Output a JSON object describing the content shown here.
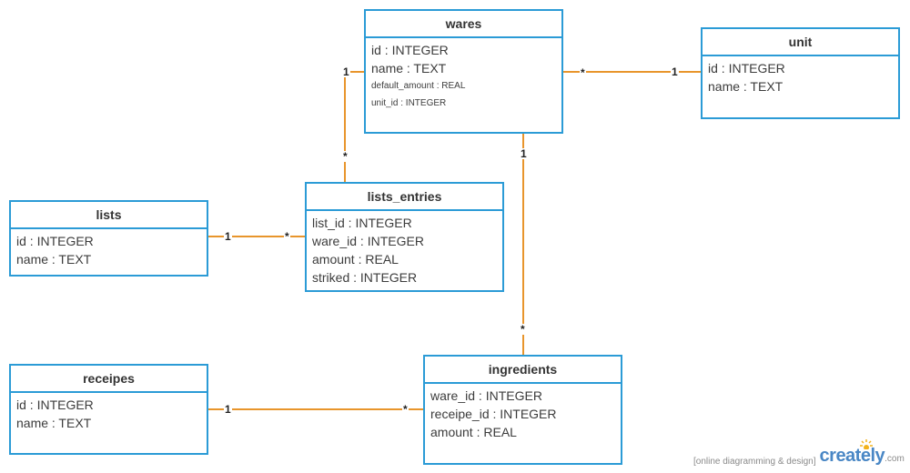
{
  "colors": {
    "entity_border": "#2b9bd6",
    "connector": "#e8952c",
    "brand": "#4a87c5"
  },
  "entities": {
    "wares": {
      "title": "wares",
      "attrs": [
        "id : INTEGER",
        "name : TEXT",
        "default_amount : REAL",
        "unit_id : INTEGER"
      ]
    },
    "unit": {
      "title": "unit",
      "attrs": [
        "id : INTEGER",
        "name : TEXT"
      ]
    },
    "lists": {
      "title": "lists",
      "attrs": [
        "id : INTEGER",
        "name : TEXT"
      ]
    },
    "lists_entries": {
      "title": "lists_entries",
      "attrs": [
        "list_id : INTEGER",
        "ware_id : INTEGER",
        "amount : REAL",
        "striked : INTEGER"
      ]
    },
    "receipes": {
      "title": "receipes",
      "attrs": [
        "id : INTEGER",
        "name : TEXT"
      ]
    },
    "ingredients": {
      "title": "ingredients",
      "attrs": [
        "ware_id : INTEGER",
        "receipe_id : INTEGER",
        "amount : REAL"
      ]
    }
  },
  "relations": [
    {
      "from": "wares",
      "to": "unit",
      "from_mult": "*",
      "to_mult": "1"
    },
    {
      "from": "wares",
      "to": "lists_entries",
      "from_mult": "1",
      "to_mult": "*"
    },
    {
      "from": "wares",
      "to": "ingredients",
      "from_mult": "1",
      "to_mult": "*"
    },
    {
      "from": "lists",
      "to": "lists_entries",
      "from_mult": "1",
      "to_mult": "*"
    },
    {
      "from": "receipes",
      "to": "ingredients",
      "from_mult": "1",
      "to_mult": "*"
    }
  ],
  "branding": {
    "tagline": "[online diagramming & design]",
    "logo": "creately",
    "logo_suffix": ".com"
  }
}
